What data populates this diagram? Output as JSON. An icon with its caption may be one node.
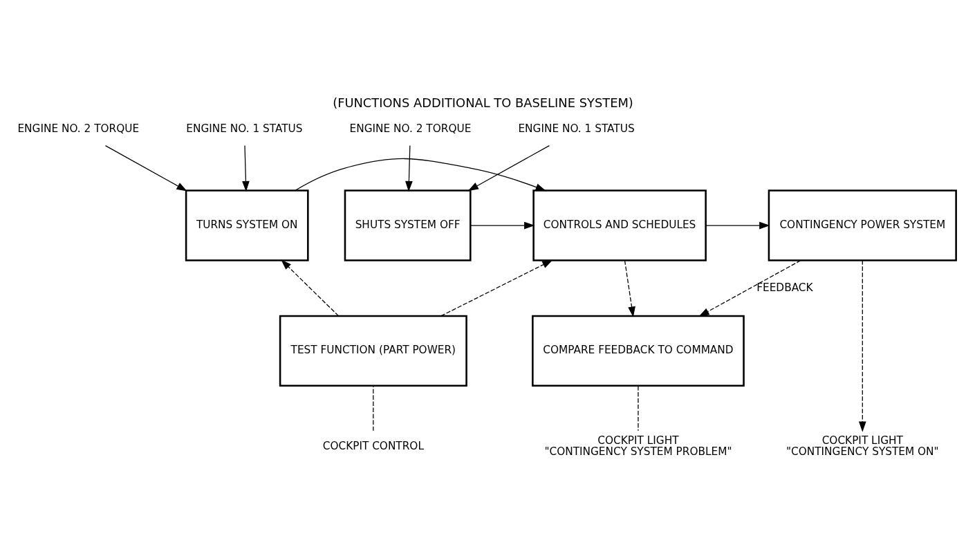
{
  "diagram": {
    "title": "(FUNCTIONS ADDITIONAL TO BASELINE SYSTEM)",
    "nodes": [
      {
        "text": [
          "ENGINE NO. 2 TORQUE"
        ]
      },
      {
        "text": [
          "ENGINE NO. 1 STATUS"
        ]
      },
      {
        "text": [
          "TURNS SYSTEM ON"
        ]
      },
      {
        "text": [
          "CONTROLS AND SCHEDULES"
        ]
      },
      {
        "text": [
          "CONTINGENCY POWER SYSTEM"
        ]
      },
      {
        "text": [
          "SHUTS SYSTEM OFF"
        ]
      },
      {
        "text": [
          "ENGINE NO. 2 TORQUE"
        ]
      },
      {
        "text": [
          "ENGINE NO. 1 STATUS"
        ]
      },
      {
        "text": [
          "TEST FUNCTION (PART POWER)"
        ]
      },
      {
        "text": [
          "COMPARE FEEDBACK TO COMMAND"
        ]
      },
      {
        "text": [
          "COCKPIT CONTROL"
        ]
      },
      {
        "text": [
          "COCKPIT LIGHT",
          "\"CONTINGENCY SYSTEM PROBLEM\""
        ]
      },
      {
        "text": [
          "COCKPIT LIGHT",
          "\"CONTINGENCY SYSTEM ON\""
        ]
      }
    ],
    "edges": [
      {
        "from": 0,
        "to": 2,
        "arrow": "to"
      },
      {
        "from": 1,
        "to": 2,
        "arrow": "to"
      },
      {
        "from": 2,
        "to": 3,
        "arrow": "to"
      },
      {
        "from": 3,
        "to": 4,
        "arrow": "to"
      },
      {
        "from": 5,
        "to": 3,
        "arrow": "to"
      },
      {
        "from": 6,
        "to": 5,
        "arrow": "to"
      },
      {
        "from": 7,
        "to": 5,
        "arrow": "to"
      },
      {
        "from": 8,
        "to": 2,
        "arrow": "to",
        "style": "dashed"
      },
      {
        "from": 8,
        "to": 3,
        "arrow": "to",
        "style": "dashed"
      },
      {
        "from": 3,
        "to": 9,
        "arrow": "to",
        "style": "dashed"
      },
      {
        "from": 4,
        "to": 9,
        "arrow": "to",
        "style": "dashed",
        "label": "FEEDBACK"
      },
      {
        "from": 4,
        "to": 12,
        "arrow": "to",
        "style": "dashed"
      },
      {
        "from": 10,
        "to": 8,
        "arrow": "none",
        "style": "dashed"
      },
      {
        "from": 9,
        "to": 11,
        "arrow": "none",
        "style": "dashed"
      }
    ]
  }
}
